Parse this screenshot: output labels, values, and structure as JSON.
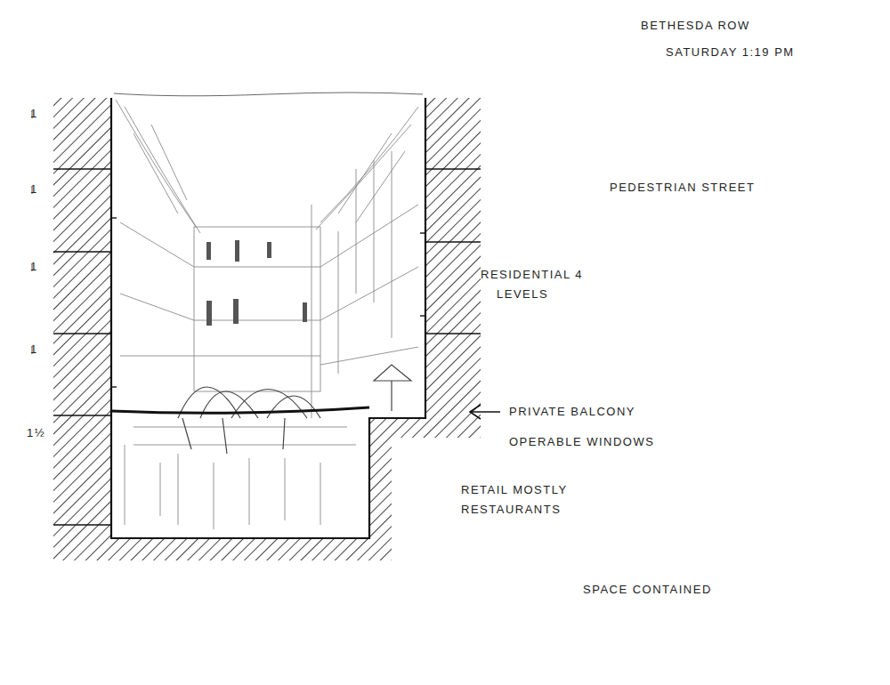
{
  "diagram": {
    "title": "BETHESDA ROW",
    "labels": [
      "SATURDAY 1:19 PM",
      "PEDESTRIAN STREET",
      "RESIDENTIAL 4 LEVELS",
      "PRIVATE BALCONY",
      "OPERABLE WINDOWS",
      "RETAIL MOSTLY RESTAURANTS",
      "SPACE CONTAINED",
      "1",
      "1",
      "1",
      "1",
      "1½"
    ]
  }
}
